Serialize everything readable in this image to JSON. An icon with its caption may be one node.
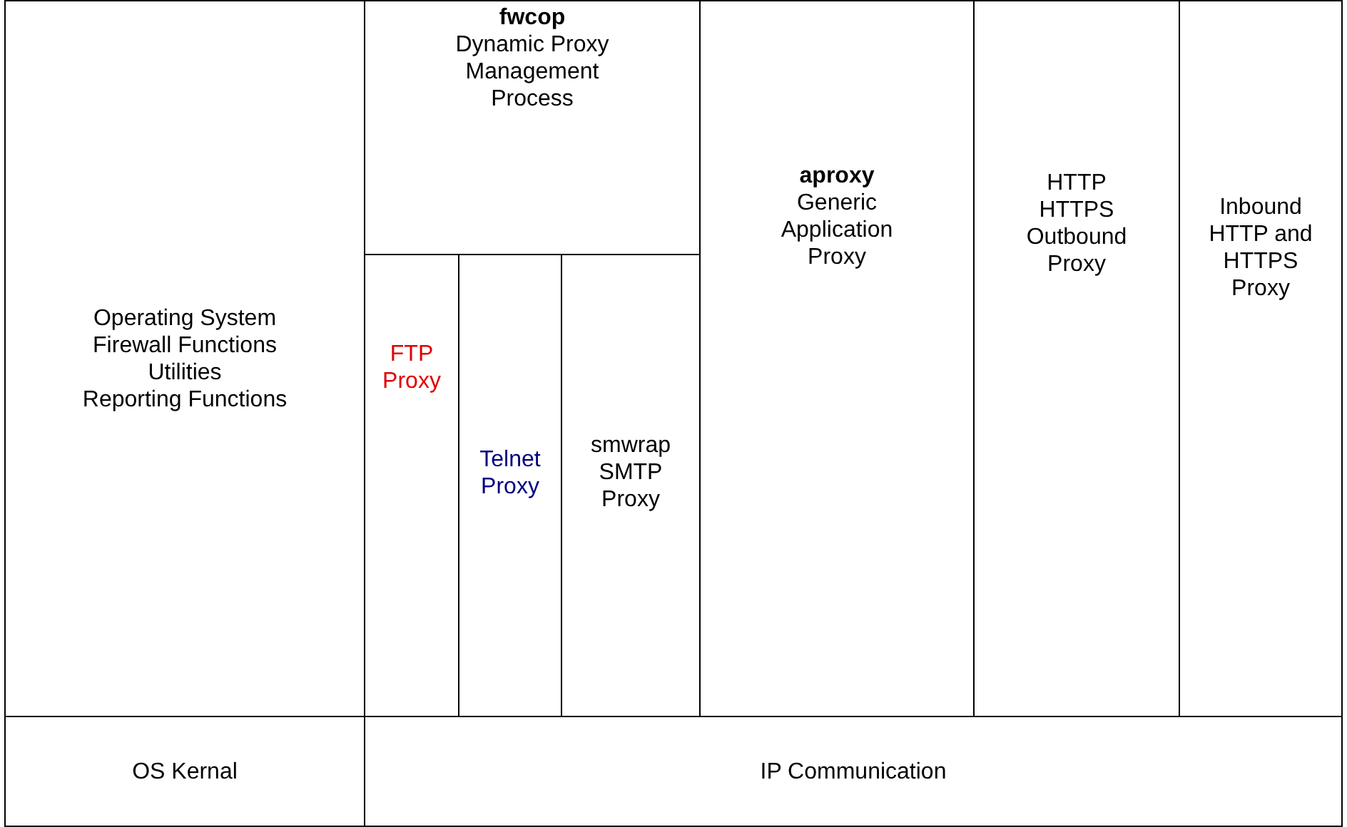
{
  "diagram": {
    "nodes": [
      {
        "text": [
          "Operating System",
          "Firewall Functions",
          "Utilities",
          "Reporting Functions"
        ]
      },
      {
        "text": [
          "fwcop",
          "Dynamic Proxy Management Process"
        ]
      },
      {
        "text": [
          "FTP Proxy"
        ]
      },
      {
        "text": [
          "Telnet Proxy"
        ]
      },
      {
        "text": [
          "smwrap SMTP Proxy"
        ]
      },
      {
        "text": [
          "aproxy",
          "Generic Application Proxy"
        ]
      },
      {
        "text": [
          "HTTP HTTPS Outbound Proxy"
        ]
      },
      {
        "text": [
          "Inbound HTTP and HTTPS Proxy"
        ]
      },
      {
        "text": [
          "OS Kernal"
        ]
      },
      {
        "text": [
          "IP Communication"
        ]
      }
    ]
  }
}
